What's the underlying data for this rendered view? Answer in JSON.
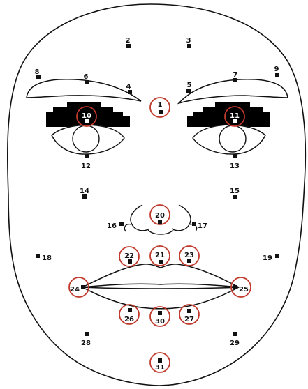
{
  "colors": {
    "outline": "#111111",
    "marker": "#111111",
    "circle": "#c0392b",
    "brow_fill": "#ffffff",
    "eye_band": "#000000"
  },
  "landmarks": [
    {
      "id": "1",
      "circled": true
    },
    {
      "id": "2",
      "circled": false
    },
    {
      "id": "3",
      "circled": false
    },
    {
      "id": "4",
      "circled": false
    },
    {
      "id": "5",
      "circled": false
    },
    {
      "id": "6",
      "circled": false
    },
    {
      "id": "7",
      "circled": false
    },
    {
      "id": "8",
      "circled": false
    },
    {
      "id": "9",
      "circled": false
    },
    {
      "id": "10",
      "circled": true
    },
    {
      "id": "11",
      "circled": true
    },
    {
      "id": "12",
      "circled": false
    },
    {
      "id": "13",
      "circled": false
    },
    {
      "id": "14",
      "circled": false
    },
    {
      "id": "15",
      "circled": false
    },
    {
      "id": "16",
      "circled": false
    },
    {
      "id": "17",
      "circled": false
    },
    {
      "id": "18",
      "circled": false
    },
    {
      "id": "19",
      "circled": false
    },
    {
      "id": "20",
      "circled": true
    },
    {
      "id": "21",
      "circled": true
    },
    {
      "id": "22",
      "circled": true
    },
    {
      "id": "23",
      "circled": true
    },
    {
      "id": "24",
      "circled": true
    },
    {
      "id": "25",
      "circled": true
    },
    {
      "id": "26",
      "circled": true
    },
    {
      "id": "27",
      "circled": true
    },
    {
      "id": "28",
      "circled": false
    },
    {
      "id": "29",
      "circled": false
    },
    {
      "id": "30",
      "circled": true
    },
    {
      "id": "31",
      "circled": true
    }
  ]
}
